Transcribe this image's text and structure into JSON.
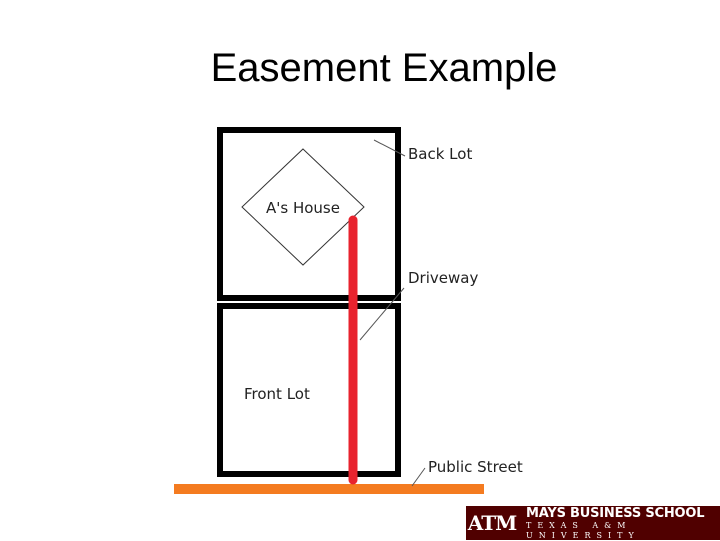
{
  "slide": {
    "title": "Easement Example"
  },
  "diagram": {
    "labels": {
      "back_lot": "Back Lot",
      "house": "A's House",
      "driveway": "Driveway",
      "front_lot": "Front Lot",
      "public_street": "Public Street"
    },
    "colors": {
      "lot_outline": "#000000",
      "driveway": "#e8232e",
      "street": "#f47b20",
      "leader_line": "#555555"
    }
  },
  "footer": {
    "logo_text": "ATM",
    "school_name": "MAYS BUSINESS SCHOOL",
    "university": "TEXAS A&M UNIVERSITY",
    "brand_color": "#500000"
  }
}
